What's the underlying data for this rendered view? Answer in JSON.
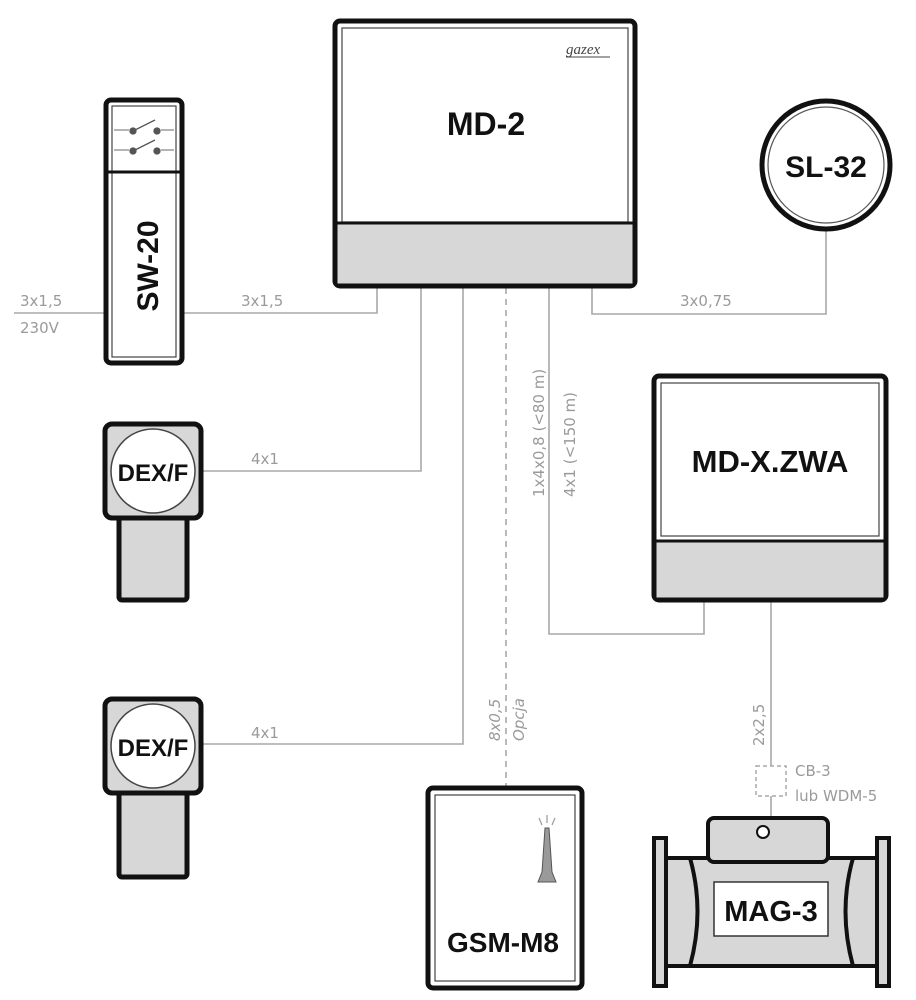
{
  "devices": {
    "md2": "MD-2",
    "md2_brand": "gazex",
    "sw20": "SW-20",
    "sl32": "SL-32",
    "dex1": "DEX/F",
    "dex2": "DEX/F",
    "mdx": "MD-X.ZWA",
    "gsm": "GSM-M8",
    "mag": "MAG-3"
  },
  "wires": {
    "power_in_cable": "3x1,5",
    "power_in_voltage": "230V",
    "sw_md2": "3x1,5",
    "md2_sl32": "3x0,75",
    "dex1": "4x1",
    "dex2": "4x1",
    "md2_mdx_a": "1x4x0,8 (<80 m)",
    "md2_mdx_b": "4x1 (<150 m)",
    "gsm_cable": "8x0,5",
    "gsm_option": "Opcja",
    "mag_cable": "2x2,5",
    "mag_option_1": "CB-3",
    "mag_option_2": "lub WDM-5"
  },
  "colors": {
    "outline": "#111111",
    "wire": "#a8a8a8",
    "fill_grey": "#d7d7d7"
  }
}
